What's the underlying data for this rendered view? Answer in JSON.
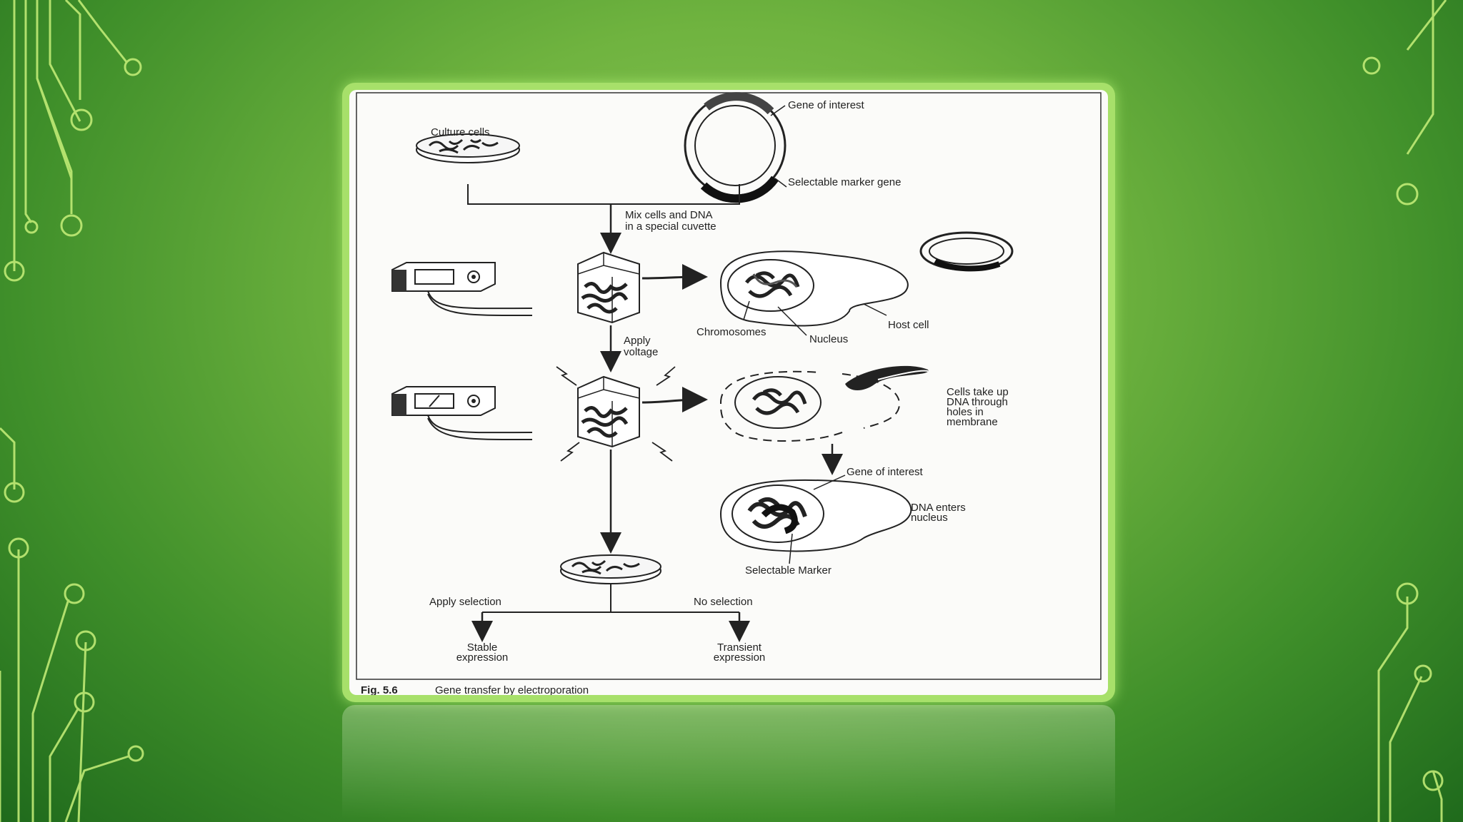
{
  "slide": {
    "figure_label": "Fig. 5.6",
    "figure_title": "Gene transfer by electroporation"
  },
  "diagram": {
    "culture_cells": "Culture cells",
    "gene_of_interest_top": "Gene of interest",
    "selectable_marker_gene": "Selectable marker gene",
    "mix_line1": "Mix cells and DNA",
    "mix_line2": "in a special cuvette",
    "chromosomes": "Chromosomes",
    "host_cell": "Host cell",
    "nucleus": "Nucleus",
    "apply_line1": "Apply",
    "apply_line2": "voltage",
    "uptake_line1": "Cells take up",
    "uptake_line2": "DNA through",
    "uptake_line3": "holes in",
    "uptake_line4": "membrane",
    "gene_of_interest_bottom": "Gene of interest",
    "dna_enters_line1": "DNA enters",
    "dna_enters_line2": "nucleus",
    "selectable_marker": "Selectable Marker",
    "apply_selection": "Apply selection",
    "no_selection": "No selection",
    "stable_line1": "Stable",
    "stable_line2": "expression",
    "transient_line1": "Transient",
    "transient_line2": "expression"
  },
  "colors": {
    "background_green": "#6fb33f",
    "card_border": "#a7e06a",
    "circuit_lines": "#c8f07a"
  }
}
